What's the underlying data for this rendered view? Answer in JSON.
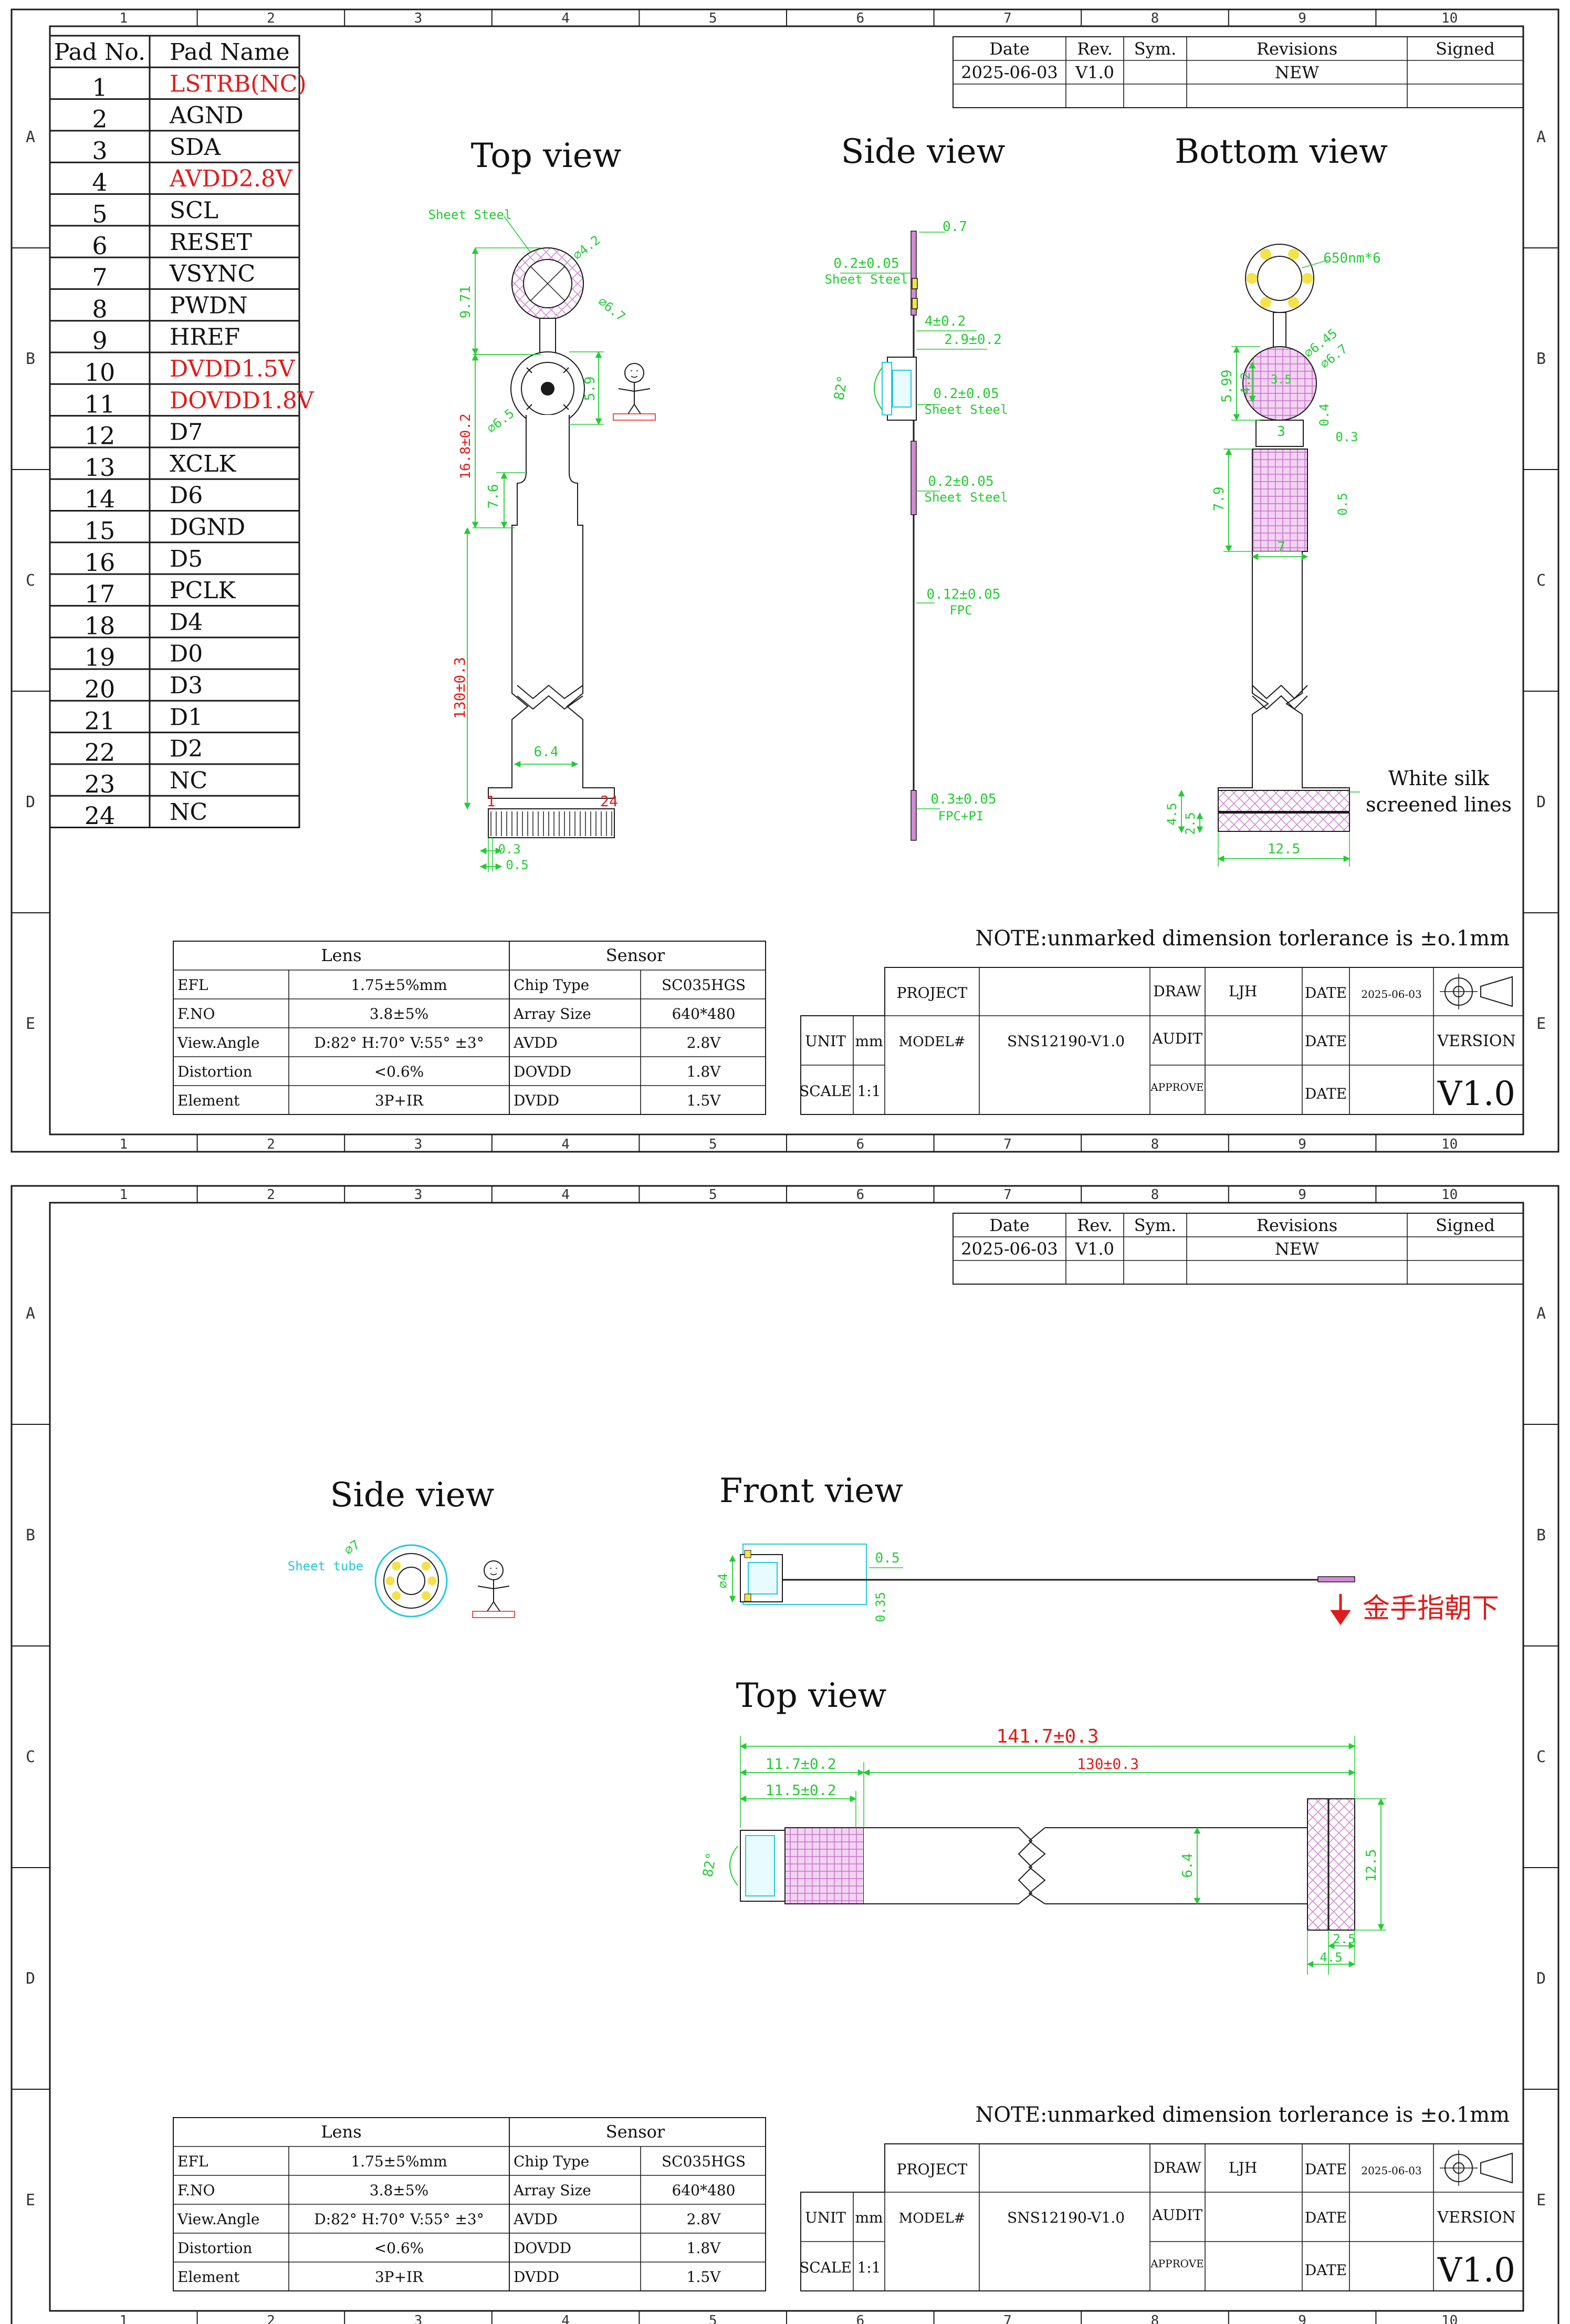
{
  "frame": {
    "col_labels": [
      "1",
      "2",
      "3",
      "4",
      "5",
      "6",
      "7",
      "8",
      "9",
      "10"
    ],
    "row_labels": [
      "A",
      "B",
      "C",
      "D",
      "E"
    ]
  },
  "revision_table": {
    "headers": [
      "Date",
      "Rev.",
      "Sym.",
      "Revisions",
      "Signed"
    ],
    "row": [
      "2025-06-03",
      "V1.0",
      "",
      "NEW",
      ""
    ]
  },
  "pad_table": {
    "headers": [
      "Pad No.",
      "Pad Name"
    ],
    "rows": [
      {
        "no": "1",
        "name": "LSTRB(NC)",
        "highlight": true
      },
      {
        "no": "2",
        "name": "AGND",
        "highlight": false
      },
      {
        "no": "3",
        "name": "SDA",
        "highlight": false
      },
      {
        "no": "4",
        "name": "AVDD2.8V",
        "highlight": true
      },
      {
        "no": "5",
        "name": "SCL",
        "highlight": false
      },
      {
        "no": "6",
        "name": "RESET",
        "highlight": false
      },
      {
        "no": "7",
        "name": "VSYNC",
        "highlight": false
      },
      {
        "no": "8",
        "name": "PWDN",
        "highlight": false
      },
      {
        "no": "9",
        "name": "HREF",
        "highlight": false
      },
      {
        "no": "10",
        "name": "DVDD1.5V",
        "highlight": true
      },
      {
        "no": "11",
        "name": "DOVDD1.8V",
        "highlight": true
      },
      {
        "no": "12",
        "name": "D7",
        "highlight": false
      },
      {
        "no": "13",
        "name": "XCLK",
        "highlight": false
      },
      {
        "no": "14",
        "name": "D6",
        "highlight": false
      },
      {
        "no": "15",
        "name": "DGND",
        "highlight": false
      },
      {
        "no": "16",
        "name": "D5",
        "highlight": false
      },
      {
        "no": "17",
        "name": "PCLK",
        "highlight": false
      },
      {
        "no": "18",
        "name": "D4",
        "highlight": false
      },
      {
        "no": "19",
        "name": "D0",
        "highlight": false
      },
      {
        "no": "20",
        "name": "D3",
        "highlight": false
      },
      {
        "no": "21",
        "name": "D1",
        "highlight": false
      },
      {
        "no": "22",
        "name": "D2",
        "highlight": false
      },
      {
        "no": "23",
        "name": "NC",
        "highlight": false
      },
      {
        "no": "24",
        "name": "NC",
        "highlight": false
      }
    ]
  },
  "sheet1": {
    "top_view": {
      "title": "Top view",
      "sheet_steel": "Sheet Steel",
      "d42": "⌀4.2",
      "d67": "⌀6.7",
      "d65": "⌀6.5",
      "h971": "9.71",
      "h168": "16.8±0.2",
      "h76": "7.6",
      "h59": "5.9",
      "h130": "130±0.3",
      "w64": "6.4",
      "pin1": "1",
      "pin24": "24",
      "w03": "0.3",
      "w05": "0.5"
    },
    "side_view": {
      "title": "Side view",
      "t07": "0.7",
      "t02a": "0.2±0.05",
      "t02a_note": "Sheet Steel",
      "t4": "4±0.2",
      "t29": "2.9±0.2",
      "angle": "82°",
      "t02b": "0.2±0.05",
      "t02b_note": "Sheet Steel",
      "t02c": "0.2±0.05",
      "t02c_note": "Sheet Steel",
      "t012": "0.12±0.05",
      "t012_note": "FPC",
      "t03": "0.3±0.05",
      "t03_note": "FPC+PI"
    },
    "bottom_view": {
      "title": "Bottom view",
      "led": "650nm*6",
      "d645": "⌀6.45",
      "d67": "⌀6.7",
      "h599": "5.99",
      "h42": "4.2",
      "h35": "3.5",
      "h04": "0.4",
      "w3": "3",
      "w03": "0.3",
      "h79": "7.9",
      "h05": "0.5",
      "w7": "7",
      "silk1": "White silk",
      "silk2": "screened lines",
      "h45": "4.5",
      "h25": "2.5",
      "w125": "12.5"
    }
  },
  "sheet2": {
    "side_view": {
      "title": "Side view",
      "sheet_tube": "Sheet tube",
      "d7": "⌀7"
    },
    "front_view": {
      "title": "Front view",
      "d4": "⌀4",
      "t05": "0.5",
      "t035": "0.35",
      "note": "金手指朝下"
    },
    "top_view": {
      "title": "Top view",
      "l1417": "141.7±0.3",
      "l117": "11.7±0.2",
      "l130": "130±0.3",
      "l115": "11.5±0.2",
      "angle": "82°",
      "w64": "6.4",
      "w125": "12.5",
      "w25": "2.5",
      "w45": "4.5"
    }
  },
  "note": "NOTE:unmarked dimension torlerance is ±o.1mm",
  "spec": {
    "lens_header": "Lens",
    "sensor_header": "Sensor",
    "rows": [
      {
        "lk": "EFL",
        "lv": "1.75±5%mm",
        "sk": "Chip Type",
        "sv": "SC035HGS"
      },
      {
        "lk": "F.NO",
        "lv": "3.8±5%",
        "sk": "Array Size",
        "sv": "640*480"
      },
      {
        "lk": "View.Angle",
        "lv": "D:82° H:70° V:55° ±3°",
        "sk": "AVDD",
        "sv": "2.8V"
      },
      {
        "lk": "Distortion",
        "lv": "<0.6%",
        "sk": "DOVDD",
        "sv": "1.8V"
      },
      {
        "lk": "Element",
        "lv": "3P+IR",
        "sk": "DVDD",
        "sv": "1.5V"
      }
    ]
  },
  "title_block": {
    "project": "PROJECT",
    "draw": "DRAW",
    "drawer": "LJH",
    "date": "DATE",
    "date_val": "2025-06-03",
    "unit": "UNIT",
    "unit_val": "mm",
    "model": "MODEL#",
    "model_val": "SNS12190-V1.0",
    "audit": "AUDIT",
    "version": "VERSION",
    "scale": "SCALE",
    "scale_val": "1:1",
    "approve": "APPROVE",
    "version_val": "V1.0"
  },
  "colors": {
    "line": "#1a1a1a",
    "dim": "#22cc33",
    "red": "#e01b1b",
    "hatch": "#d28ad4",
    "pad": "#f5e24a",
    "cyan": "#22c8dc"
  }
}
